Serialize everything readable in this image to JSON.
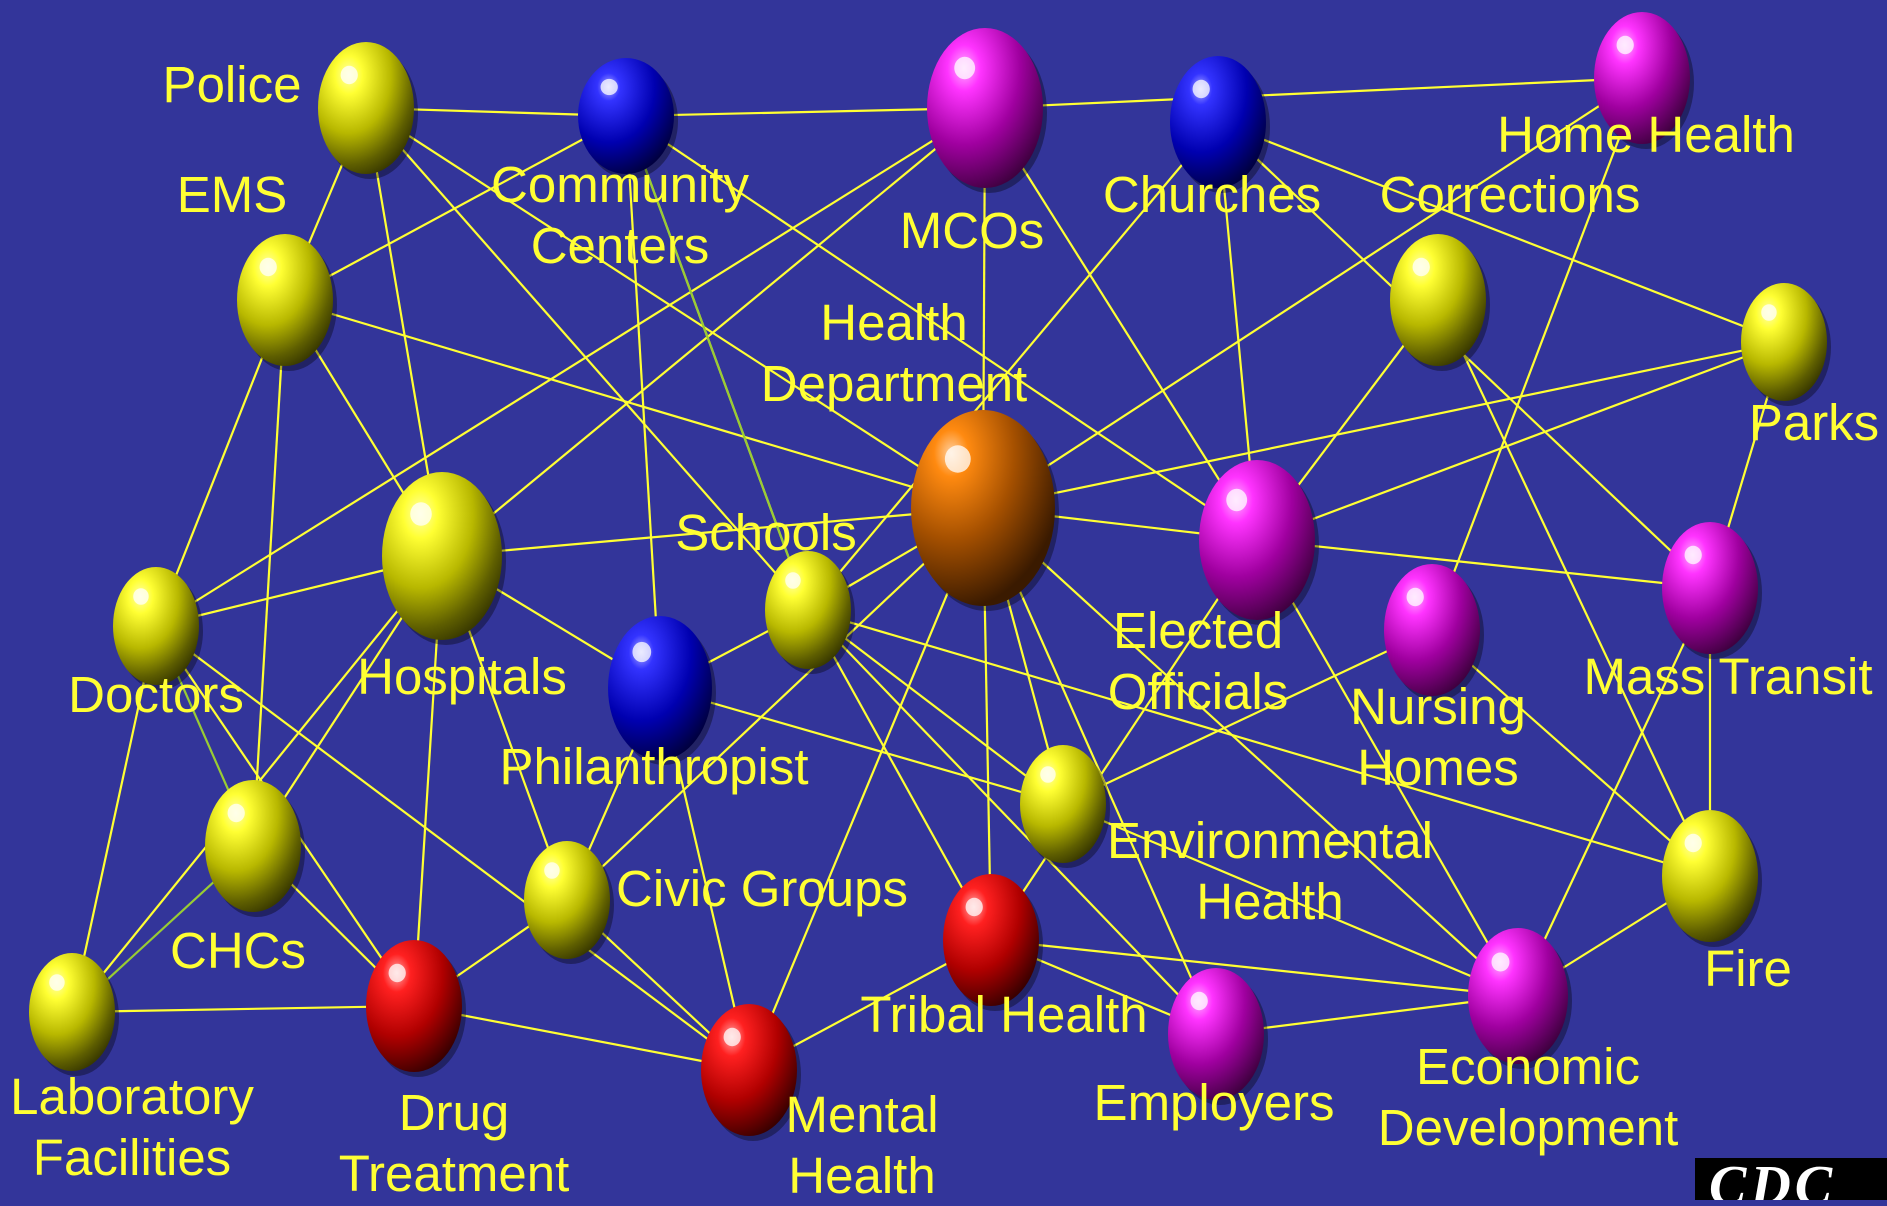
{
  "colors": {
    "background": "#33359a",
    "edge": "#ffff33",
    "label": "#ffff33",
    "edge_alt": "#99cc33"
  },
  "logo_text": "CDC",
  "nodes": [
    {
      "id": "police",
      "label": "Police",
      "color": "yellow"
    },
    {
      "id": "community-centers",
      "label": "Community\nCenters",
      "color": "blue"
    },
    {
      "id": "mcos",
      "label": "MCOs",
      "color": "magenta"
    },
    {
      "id": "churches",
      "label": "Churches",
      "color": "blue"
    },
    {
      "id": "home-health",
      "label": "Home Health",
      "color": "magenta"
    },
    {
      "id": "ems",
      "label": "EMS",
      "color": "yellow"
    },
    {
      "id": "corrections",
      "label": "Corrections",
      "color": "yellow"
    },
    {
      "id": "parks",
      "label": "Parks",
      "color": "yellow"
    },
    {
      "id": "health-department",
      "label": "Health\nDepartment",
      "color": "orange"
    },
    {
      "id": "hospitals",
      "label": "Hospitals",
      "color": "yellow"
    },
    {
      "id": "schools",
      "label": "Schools",
      "color": "yellow"
    },
    {
      "id": "elected-officials",
      "label": "Elected\nOfficials",
      "color": "magenta"
    },
    {
      "id": "doctors",
      "label": "Doctors",
      "color": "yellow"
    },
    {
      "id": "philanthropist",
      "label": "Philanthropist",
      "color": "blue"
    },
    {
      "id": "nursing-homes",
      "label": "Nursing\nHomes",
      "color": "magenta"
    },
    {
      "id": "mass-transit",
      "label": "Mass Transit",
      "color": "magenta"
    },
    {
      "id": "environmental-health",
      "label": "Environmental\nHealth",
      "color": "yellow"
    },
    {
      "id": "chcs",
      "label": "CHCs",
      "color": "yellow"
    },
    {
      "id": "civic-groups",
      "label": "Civic Groups",
      "color": "yellow"
    },
    {
      "id": "tribal-health",
      "label": "Tribal Health",
      "color": "red"
    },
    {
      "id": "fire",
      "label": "Fire",
      "color": "yellow"
    },
    {
      "id": "laboratory-facilities",
      "label": "Laboratory\nFacilities",
      "color": "yellow"
    },
    {
      "id": "drug-treatment",
      "label": "Drug\nTreatment",
      "color": "red"
    },
    {
      "id": "mental-health",
      "label": "Mental\nHealth",
      "color": "red"
    },
    {
      "id": "employers",
      "label": "Employers",
      "color": "magenta"
    },
    {
      "id": "economic-development",
      "label": "Economic\nDevelopment",
      "color": "magenta"
    }
  ],
  "edges": [
    [
      "police",
      "community-centers"
    ],
    [
      "community-centers",
      "mcos"
    ],
    [
      "mcos",
      "home-health"
    ],
    [
      "police",
      "schools"
    ],
    [
      "police",
      "health-department"
    ],
    [
      "police",
      "ems"
    ],
    [
      "police",
      "hospitals"
    ],
    [
      "community-centers",
      "ems"
    ],
    [
      "community-centers",
      "philanthropist"
    ],
    [
      "community-centers",
      "schools"
    ],
    [
      "community-centers",
      "elected-officials"
    ],
    [
      "mcos",
      "doctors"
    ],
    [
      "mcos",
      "hospitals"
    ],
    [
      "mcos",
      "health-department"
    ],
    [
      "mcos",
      "elected-officials"
    ],
    [
      "churches",
      "schools"
    ],
    [
      "churches",
      "elected-officials"
    ],
    [
      "churches",
      "mass-transit"
    ],
    [
      "churches",
      "parks"
    ],
    [
      "home-health",
      "health-department"
    ],
    [
      "home-health",
      "nursing-homes"
    ],
    [
      "ems",
      "health-department"
    ],
    [
      "ems",
      "doctors"
    ],
    [
      "ems",
      "chcs"
    ],
    [
      "ems",
      "hospitals"
    ],
    [
      "corrections",
      "elected-officials"
    ],
    [
      "corrections",
      "fire"
    ],
    [
      "parks",
      "health-department"
    ],
    [
      "parks",
      "elected-officials"
    ],
    [
      "parks",
      "mass-transit"
    ],
    [
      "health-department",
      "hospitals"
    ],
    [
      "health-department",
      "schools"
    ],
    [
      "health-department",
      "elected-officials"
    ],
    [
      "health-department",
      "civic-groups"
    ],
    [
      "health-department",
      "mental-health"
    ],
    [
      "health-department",
      "tribal-health"
    ],
    [
      "health-department",
      "employers"
    ],
    [
      "health-department",
      "economic-development"
    ],
    [
      "health-department",
      "environmental-health"
    ],
    [
      "hospitals",
      "doctors"
    ],
    [
      "hospitals",
      "philanthropist"
    ],
    [
      "hospitals",
      "civic-groups"
    ],
    [
      "hospitals",
      "drug-treatment"
    ],
    [
      "hospitals",
      "laboratory-facilities"
    ],
    [
      "hospitals",
      "chcs"
    ],
    [
      "schools",
      "philanthropist"
    ],
    [
      "schools",
      "environmental-health"
    ],
    [
      "schools",
      "tribal-health"
    ],
    [
      "schools",
      "fire"
    ],
    [
      "elected-officials",
      "mass-transit"
    ],
    [
      "elected-officials",
      "economic-development"
    ],
    [
      "elected-officials",
      "tribal-health"
    ],
    [
      "doctors",
      "laboratory-facilities"
    ],
    [
      "doctors",
      "drug-treatment"
    ],
    [
      "doctors",
      "mental-health"
    ],
    [
      "philanthropist",
      "civic-groups"
    ],
    [
      "philanthropist",
      "mental-health"
    ],
    [
      "philanthropist",
      "environmental-health"
    ],
    [
      "nursing-homes",
      "environmental-health"
    ],
    [
      "nursing-homes",
      "fire"
    ],
    [
      "mass-transit",
      "fire"
    ],
    [
      "mass-transit",
      "economic-development"
    ],
    [
      "environmental-health",
      "economic-development"
    ],
    [
      "chcs",
      "drug-treatment"
    ],
    [
      "civic-groups",
      "drug-treatment"
    ],
    [
      "civic-groups",
      "mental-health"
    ],
    [
      "tribal-health",
      "mental-health"
    ],
    [
      "tribal-health",
      "employers"
    ],
    [
      "tribal-health",
      "economic-development"
    ],
    [
      "fire",
      "economic-development"
    ],
    [
      "laboratory-facilities",
      "drug-treatment"
    ],
    [
      "drug-treatment",
      "mental-health"
    ],
    [
      "employers",
      "economic-development"
    ],
    [
      "employers",
      "schools"
    ]
  ],
  "alt_edges": [
    [
      "doctors",
      "chcs"
    ],
    [
      "chcs",
      "laboratory-facilities"
    ],
    [
      "community-centers",
      "schools"
    ]
  ]
}
